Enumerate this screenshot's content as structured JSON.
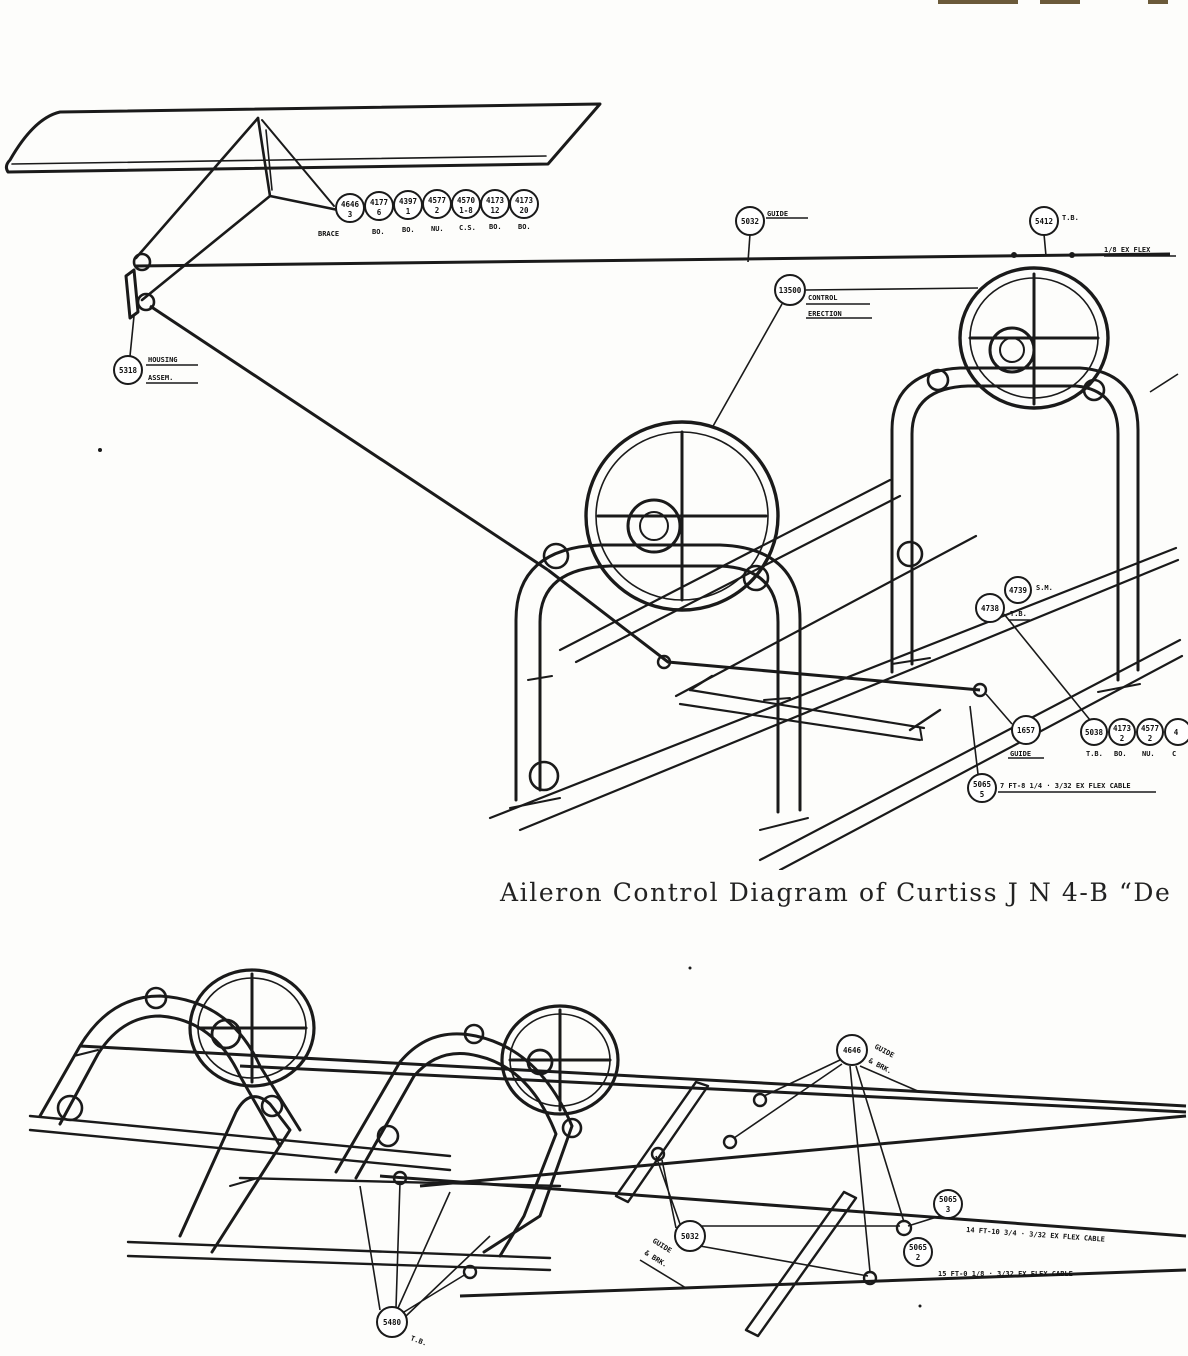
{
  "caption": "Aileron Control Diagram of Curtiss J N 4-B “De",
  "top_diagram": {
    "wing_part_bubbles": [
      {
        "num": "4646",
        "sub": "3",
        "label": "BRACE"
      },
      {
        "num": "4177",
        "sub": "6",
        "label": "BO."
      },
      {
        "num": "4397",
        "sub": "1",
        "label": "BO."
      },
      {
        "num": "4577",
        "sub": "2",
        "label": "NU."
      },
      {
        "num": "4570",
        "sub": "1-8",
        "label": "C.S."
      },
      {
        "num": "4173",
        "sub": "12",
        "label": "BO."
      },
      {
        "num": "4173",
        "sub": "20",
        "label": "BO."
      }
    ],
    "guide_bubble": {
      "num": "5032",
      "label": "GUIDE"
    },
    "tb_bubble": {
      "num": "5412",
      "label": "T.B."
    },
    "cable_label": "1/8 EX FLEX",
    "housing_bubble": {
      "num": "5318",
      "label_line1": "HOUSING",
      "label_line2": "ASSEM."
    },
    "control_bubble": {
      "num": "13500",
      "label_line1": "CONTROL",
      "label_line2": "ERECTION"
    },
    "sm_bubble": {
      "num": "4739",
      "label": "S.M."
    },
    "tb2_bubble": {
      "num": "4738",
      "label": "T.B."
    },
    "guide2_bubble": {
      "num": "1657",
      "label": "GUIDE"
    },
    "cable_length_bubble": {
      "num": "5065",
      "sub": "5",
      "label": "7 FT-8 1/4 · 3/32 EX FLEX CABLE"
    },
    "row_bubbles": [
      {
        "num": "5038",
        "label": "T.B."
      },
      {
        "num": "4173",
        "sub": "2",
        "label": "BO."
      },
      {
        "num": "4577",
        "sub": "2",
        "label": "NU."
      },
      {
        "num": "4",
        "sub": "",
        "label": "C"
      }
    ]
  },
  "bottom_diagram": {
    "guide_bubble": {
      "num": "4646",
      "label_line1": "GUIDE",
      "label_line2": "& BRK."
    },
    "cable1_bubble": {
      "num": "5065",
      "sub": "3",
      "label": "14 FT-10 3/4 · 3/32 EX FLEX CABLE"
    },
    "cable2_bubble": {
      "num": "5065",
      "sub": "2",
      "label": "15 FT-0 1/8 · 3/32 EX FLEX CABLE"
    },
    "guide2_bubble": {
      "num": "5032",
      "label_line1": "GUIDE",
      "label_line2": "& BRK."
    },
    "tb_bubble": {
      "num": "5480",
      "label": "T.B."
    }
  }
}
